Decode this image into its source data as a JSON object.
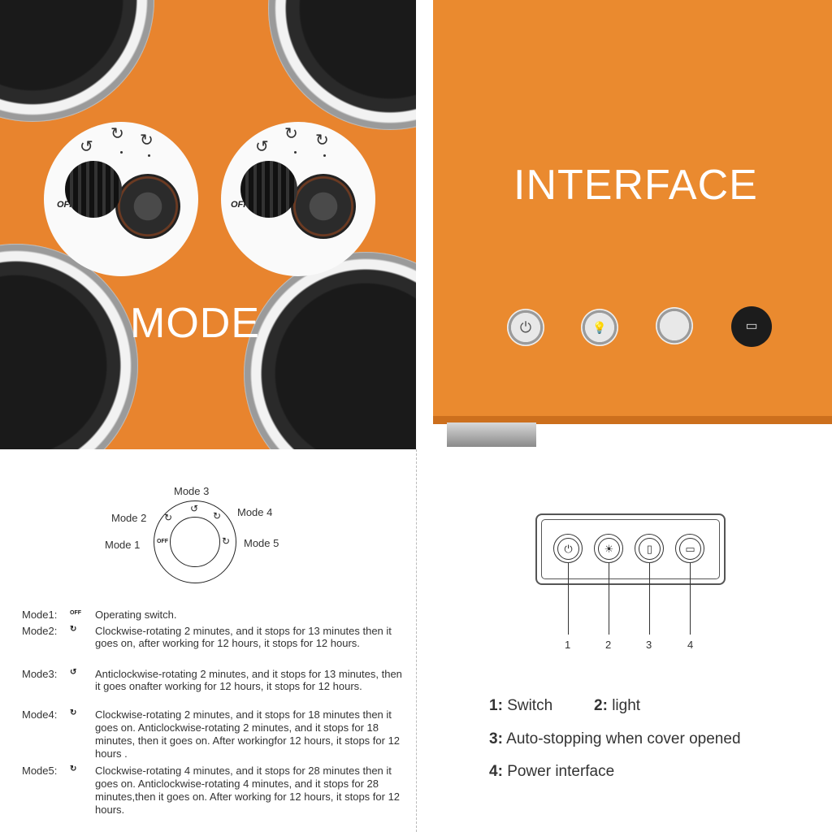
{
  "mode_panel": {
    "title": "MODE",
    "off_label": "OFF"
  },
  "interface_panel": {
    "title": "INTERFACE",
    "buttons": [
      {
        "icon": "power-icon",
        "glyph": "⏻"
      },
      {
        "icon": "light-bulb-icon",
        "glyph": "💡"
      },
      {
        "icon": "cover-sensor-icon",
        "glyph": ""
      },
      {
        "icon": "usb-c-port-icon",
        "glyph": "▭"
      }
    ]
  },
  "mode_diagram": {
    "labels": [
      "Mode 1",
      "Mode 2",
      "Mode 3",
      "Mode 4",
      "Mode 5"
    ],
    "off": "OFF"
  },
  "mode_list": [
    {
      "label": "Mode1:",
      "icon": "OFF",
      "text": "Operating switch."
    },
    {
      "label": "Mode2:",
      "icon": "↻",
      "text": "Clockwise-rotating 2 minutes, and it stops for 13 minutes then it goes on, after working for 12 hours, it stops for 12 hours."
    },
    {
      "label": "Mode3:",
      "icon": "↺",
      "text": "Anticlockwise-rotating 2 minutes, and it stops for 13 minutes, then it goes onafter working for 12 hours, it stops for 12 hours."
    },
    {
      "label": "Mode4:",
      "icon": "↻",
      "text": "Clockwise-rotating 2 minutes, and it stops for 18 minutes then it goes on. Anticlockwise-rotating 2 minutes, and it stops for 18 minutes, then it goes on. After workingfor 12 hours, it stops for 12 hours ."
    },
    {
      "label": "Mode5:",
      "icon": "↻",
      "text": "Clockwise-rotating 4 minutes, and it stops for 28 minutes then it goes on. Anticlockwise-rotating 4 minutes, and it stops for 28 minutes,then it goes on.  After working for 12 hours, it stops for 12 hours."
    }
  ],
  "interface_diagram": {
    "numbers": [
      "1",
      "2",
      "3",
      "4"
    ],
    "legend": [
      {
        "num": "1:",
        "text": "Switch"
      },
      {
        "num": "2:",
        "text": "light"
      },
      {
        "num": "3:",
        "text": "Auto-stopping when cover opened"
      },
      {
        "num": "4:",
        "text": "Power interface"
      }
    ]
  }
}
